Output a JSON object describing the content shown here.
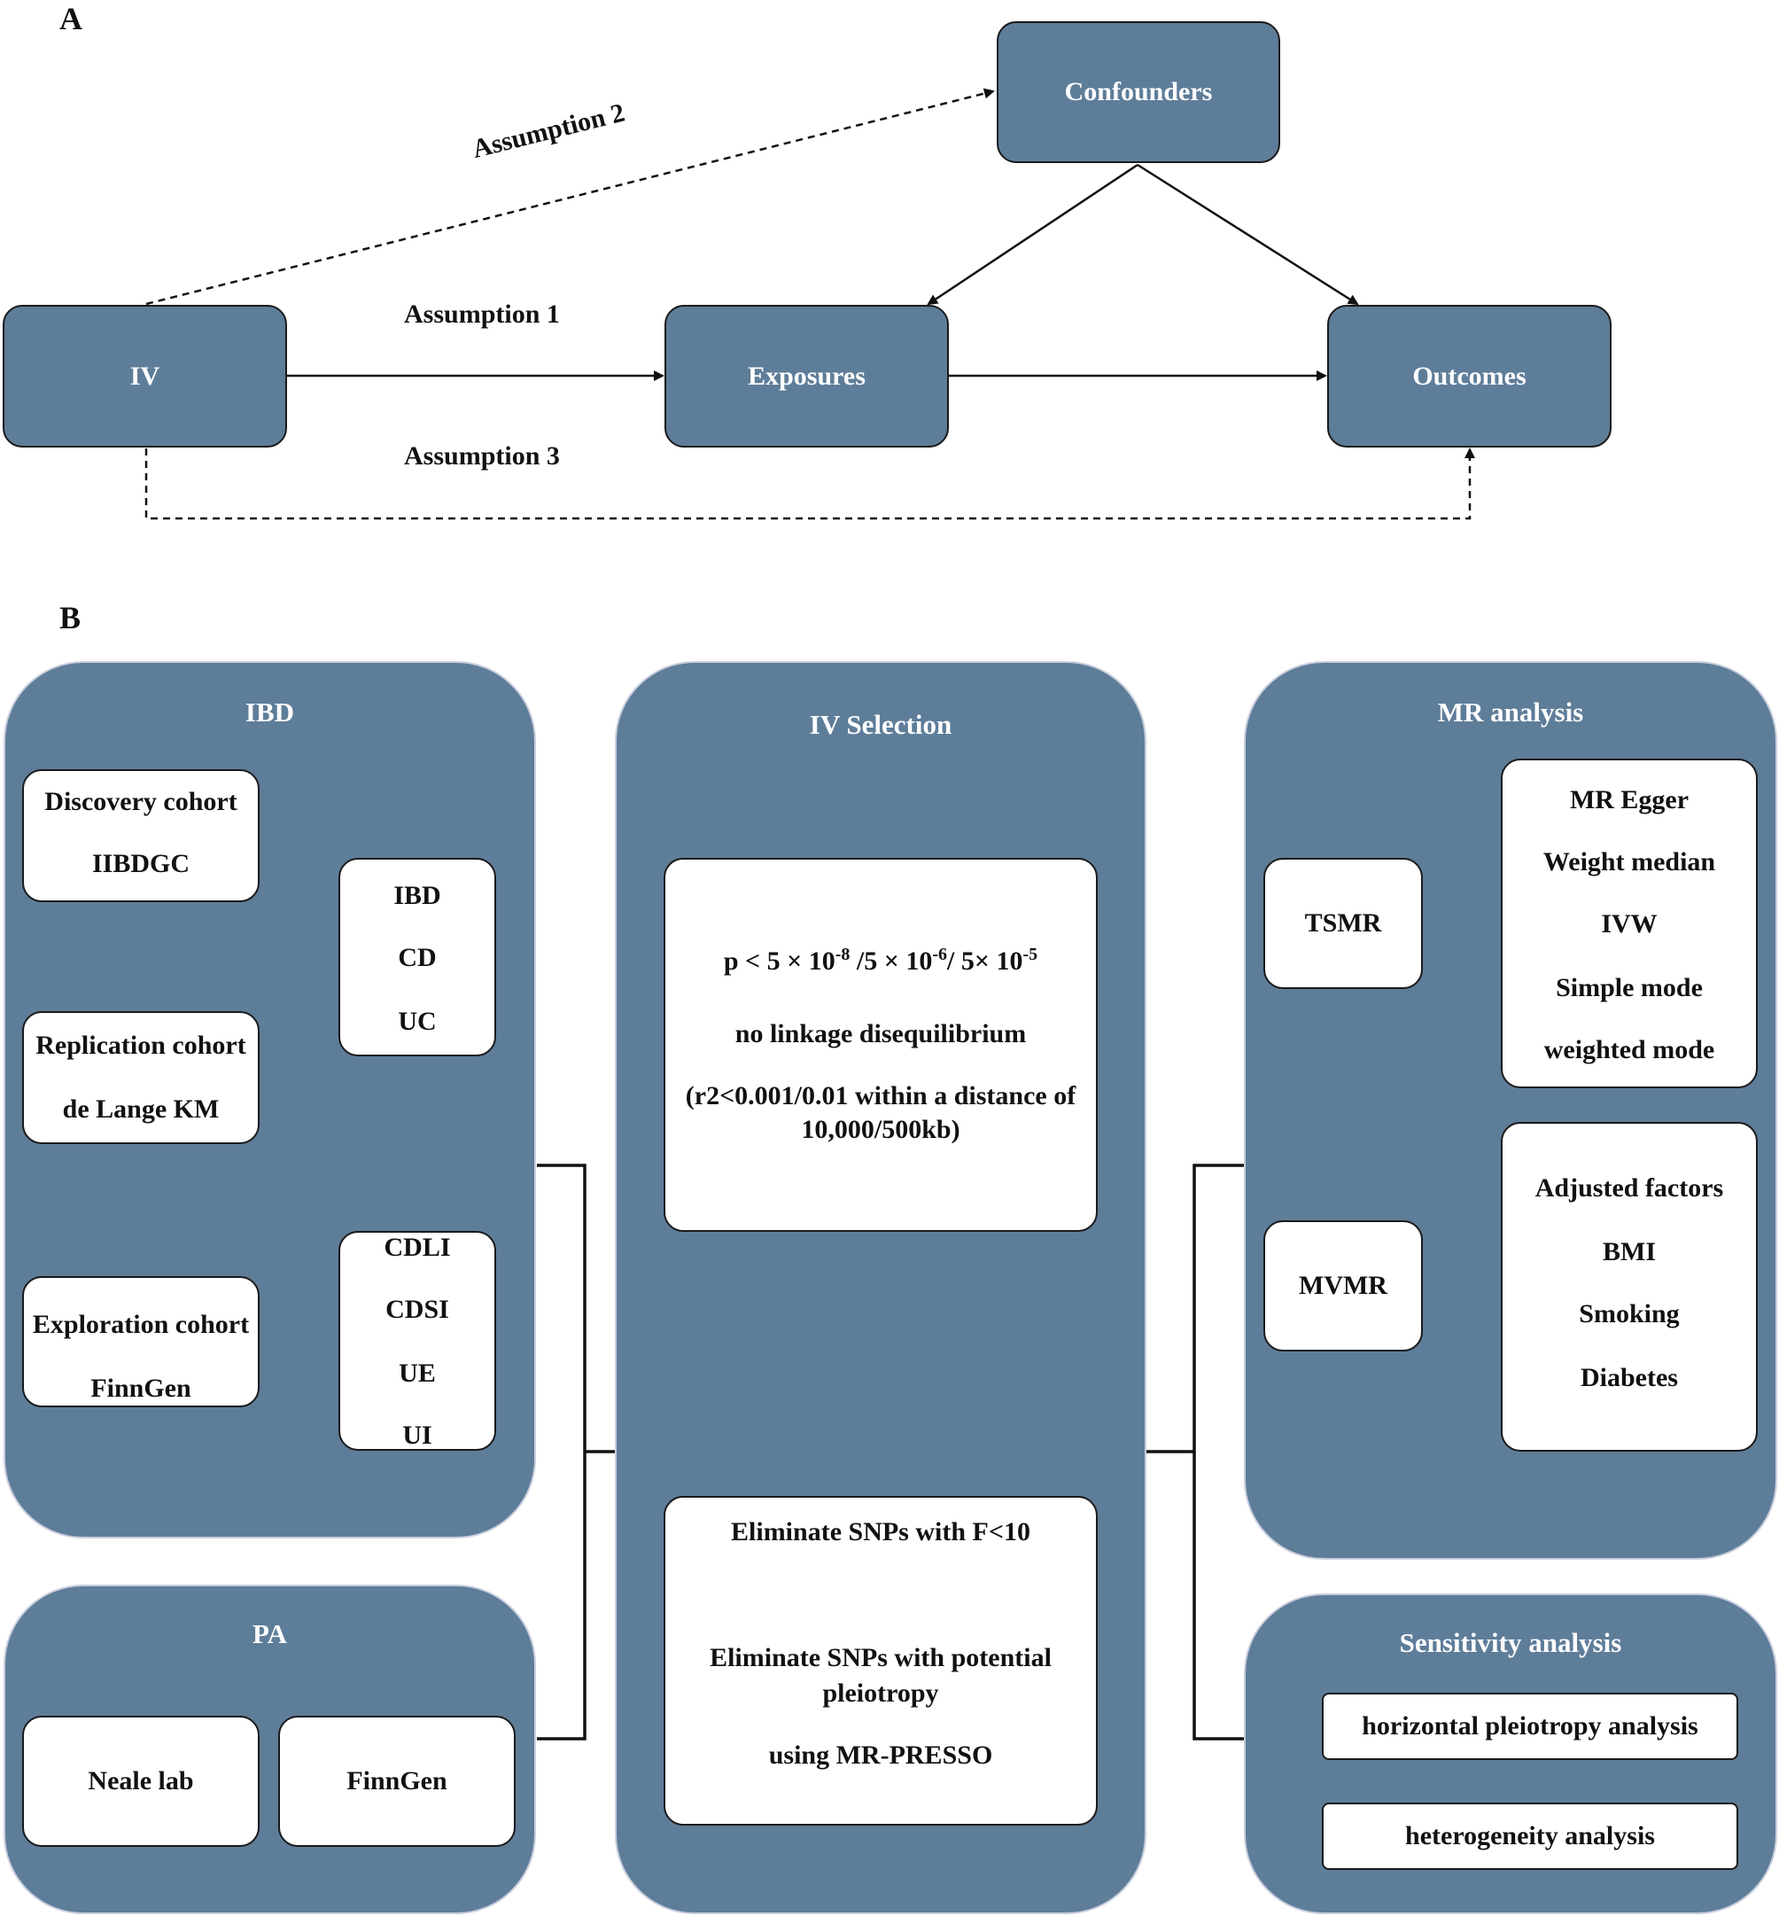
{
  "panel_a": {
    "label": "A",
    "nodes": {
      "confounders": "Confounders",
      "iv": "IV",
      "exposures": "Exposures",
      "outcomes": "Outcomes"
    },
    "assumptions": {
      "a1": "Assumption 1",
      "a2": "Assumption 2",
      "a3": "Assumption 3"
    }
  },
  "panel_b": {
    "label": "B",
    "ibd": {
      "title": "IBD",
      "discovery": {
        "line1": "Discovery cohort",
        "line2": "IIBDGC"
      },
      "replication": {
        "line1": "Replication cohort",
        "line2": "de Lange KM"
      },
      "exploration": {
        "line1": "Exploration cohort",
        "line2": "FinnGen"
      },
      "types": [
        "IBD",
        "CD",
        "UC"
      ],
      "subtypes": [
        "CDLI",
        "CDSI",
        "UE",
        "UI"
      ]
    },
    "pa": {
      "title": "PA",
      "sources": [
        "Neale lab",
        "FinnGen"
      ]
    },
    "iv_selection": {
      "title": "IV Selection",
      "threshold": {
        "p1": "p < 5 × 10",
        "e1": "-8",
        "p2": "/5 × 10",
        "e2": "-6",
        "p3": "/ 5× 10",
        "e3": "-5"
      },
      "ld": "no linkage disequilibrium",
      "ld_detail_1": "(r2<0.001/0.01 within a distance of",
      "ld_detail_2": "10,000/500kb)",
      "elim_f": "Eliminate SNPs with F<10",
      "elim_pleio_1": "Eliminate SNPs with potential",
      "elim_pleio_2": "pleiotropy",
      "presso": "using MR-PRESSO"
    },
    "mr_analysis": {
      "title": "MR analysis",
      "tsmr": "TSMR",
      "tsmr_methods": [
        "MR Egger",
        "Weight median",
        "IVW",
        "Simple mode",
        "weighted mode"
      ],
      "mvmr": "MVMR",
      "mvmr_factors": [
        "Adjusted factors",
        "BMI",
        "Smoking",
        "Diabetes"
      ]
    },
    "sensitivity": {
      "title": "Sensitivity analysis",
      "items": [
        "horizontal pleiotropy analysis",
        "heterogeneity analysis"
      ]
    }
  },
  "colors": {
    "node_fill": "#5e7d99",
    "group_border": "#c9cedd",
    "line": "#111111",
    "box_fill": "#ffffff"
  }
}
